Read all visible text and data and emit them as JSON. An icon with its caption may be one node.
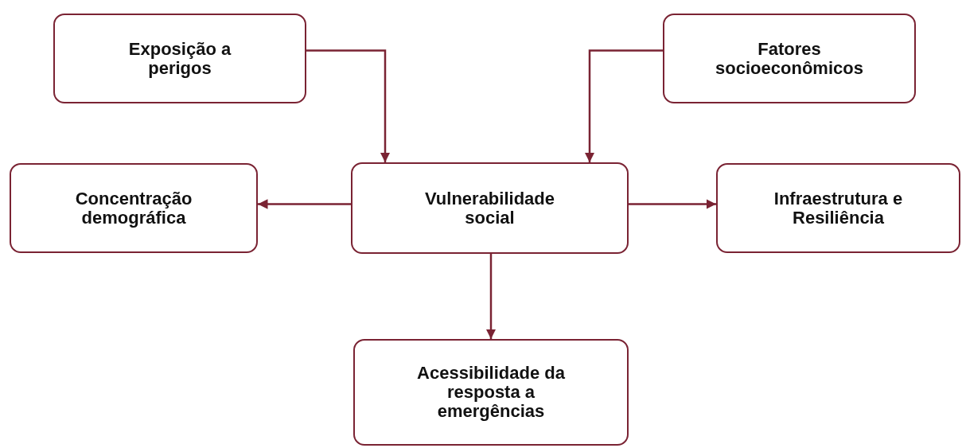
{
  "diagram": {
    "nodes": [
      {
        "text": [
          "Exposição a perigos"
        ]
      },
      {
        "text": [
          "Fatores socioeconômicos"
        ]
      },
      {
        "text": [
          "Concentração demográfica"
        ]
      },
      {
        "text": [
          "Vulnerabilidade social"
        ]
      },
      {
        "text": [
          "Infraestrutura e Resiliência"
        ]
      },
      {
        "text": [
          "Acessibilidade da resposta a emergências"
        ]
      }
    ],
    "edges": [
      {
        "from": 0,
        "to": 3,
        "arrow": "to"
      },
      {
        "from": 1,
        "to": 3,
        "arrow": "to"
      },
      {
        "from": 3,
        "to": 2,
        "arrow": "to"
      },
      {
        "from": 3,
        "to": 4,
        "arrow": "to"
      },
      {
        "from": 3,
        "to": 5,
        "arrow": "to"
      }
    ]
  }
}
